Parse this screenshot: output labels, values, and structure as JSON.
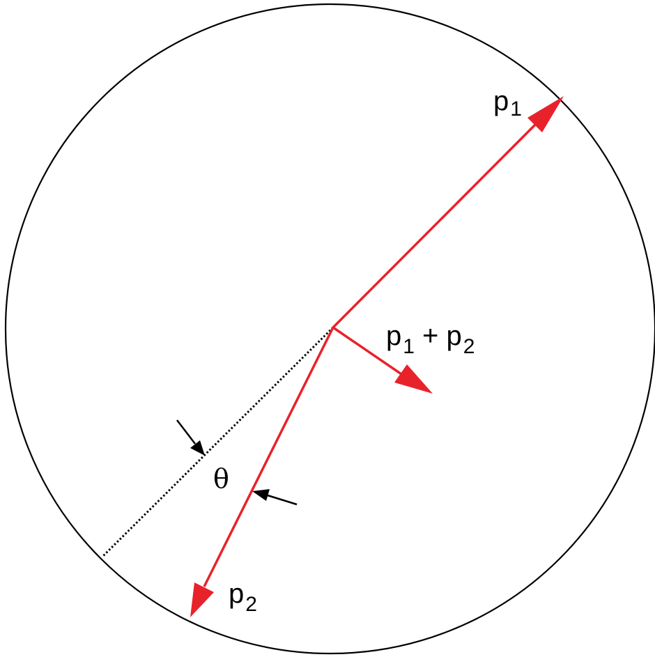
{
  "labels": {
    "p1": {
      "base": "p",
      "sub": "1"
    },
    "sum": {
      "base1": "p",
      "sub1": "1",
      "op": " + ",
      "base2": "p",
      "sub2": "2"
    },
    "p2": {
      "base": "p",
      "sub": "2"
    },
    "theta": "θ"
  },
  "colors": {
    "vector": "#e8222b",
    "outline": "#000000",
    "background": "#ffffff"
  }
}
